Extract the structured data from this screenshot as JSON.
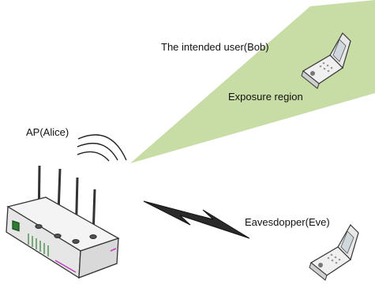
{
  "labels": {
    "bob": "The intended user(Bob)",
    "exposure": "Exposure region",
    "alice": "AP(Alice)",
    "eve": "Eavesdopper(Eve)"
  },
  "colors": {
    "exposure_fill": "#c8dca6",
    "bolt": "#2a2a2a",
    "device_body": "#f2f2f2",
    "device_stroke": "#333333",
    "led_green": "#2e7d32",
    "accent_purple": "#c040c0"
  },
  "icons": {
    "router": "wireless-router-icon",
    "bob_phone": "flip-phone-icon",
    "eve_phone": "flip-phone-icon",
    "waves": "wifi-waves-icon",
    "link": "lightning-bolt-icon"
  }
}
